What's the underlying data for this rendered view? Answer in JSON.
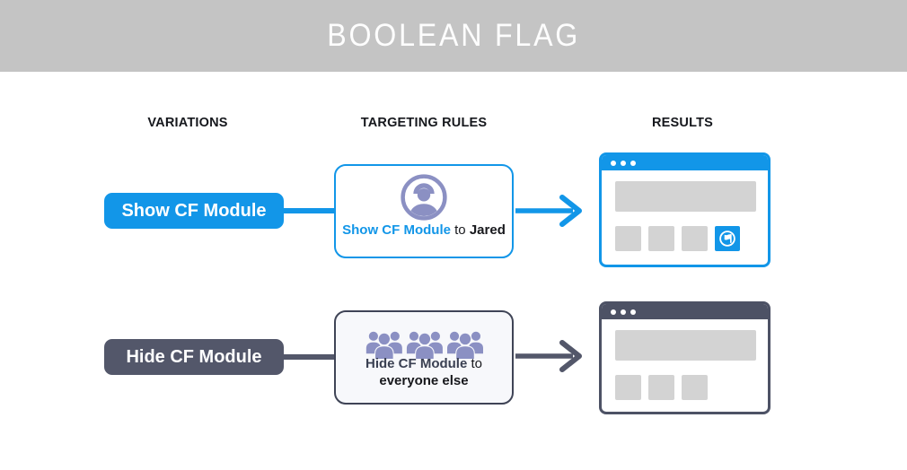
{
  "banner": {
    "title": "BOOLEAN FLAG"
  },
  "columns": {
    "variations": "VARIATIONS",
    "targeting_rules": "TARGETING RULES",
    "results": "RESULTS"
  },
  "rows": [
    {
      "variation_label": "Show CF Module",
      "rule": {
        "icon": "single-user-icon",
        "flag_label": "Show CF Module",
        "connector": "to",
        "target": "Jared"
      },
      "result": {
        "window": "browser-with-cf-module",
        "module_icon": "flag-icon"
      }
    },
    {
      "variation_label": "Hide CF Module",
      "rule": {
        "icon": "user-group-icon",
        "flag_label": "Hide CF Module",
        "connector": "to",
        "target": "everyone else"
      },
      "result": {
        "window": "browser-without-cf-module"
      }
    }
  ],
  "colors": {
    "banner_bg": "#c4c4c4",
    "blue": "#1296e8",
    "slate": "#53576a",
    "slate_dark": "#4d5265",
    "icon_purple": "#8b90c3",
    "placeholder_gray": "#d3d3d3",
    "card2_bg": "#f7f8fb"
  }
}
